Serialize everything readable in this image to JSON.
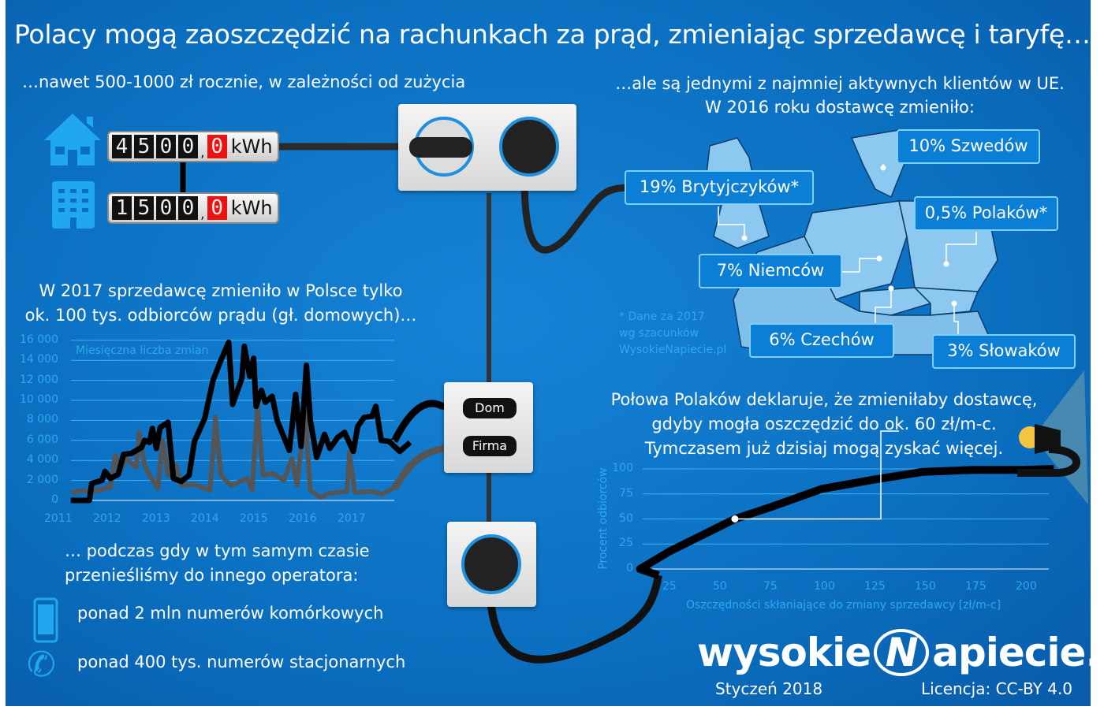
{
  "title": "Polacy mogą zaoszczędzić na rachunkach za prąd, zmieniając sprzedawcę i taryfę…",
  "left_heading": "…nawet 500-1000 zł rocznie, w zależności od zużycia",
  "meters": [
    {
      "icon": "house-icon",
      "digits": [
        "4",
        "5",
        "0",
        "0"
      ],
      "decimal": "0",
      "separator": ",",
      "unit": "kWh"
    },
    {
      "icon": "apartment-building-icon",
      "digits": [
        "1",
        "5",
        "0",
        "0"
      ],
      "decimal": "0",
      "separator": ",",
      "unit": "kWh"
    }
  ],
  "right_heading": [
    "…ale są jednymi z najmniej aktywnych klientów w UE.",
    "W 2016 roku dostawcę zmieniło:"
  ],
  "map_labels": [
    "19% Brytyjczyków*",
    "10% Szwedów",
    "0,5% Polaków*",
    "7% Niemców",
    "6% Czechów",
    "3% Słowaków"
  ],
  "map_footnote": [
    "* Dane za 2017",
    "wg szacunków",
    "WysokieNapiecie.pl"
  ],
  "map_colors": {
    "land": "#8cc8ef",
    "border": "#0a3c6a"
  },
  "chart1_heading": [
    "W 2017 sprzedawcę zmieniło w Polsce tylko",
    "ok. 100 tys. odbiorców prądu (gł. domowych)…"
  ],
  "plug_labels": {
    "home": "Dom",
    "business": "Firma"
  },
  "chart2_heading": [
    "Połowa Polaków deklaruje, że zmieniłaby dostawcę,",
    "gdyby mogła oszczędzić do ok. 60 zł/m-c.",
    "Tymczasem już dzisiaj mogą zyskać więcej."
  ],
  "telecom_heading": [
    "… podczas gdy w tym samym czasie",
    "przenieśliśmy do innego operatora:"
  ],
  "telecom_items": [
    {
      "icon": "mobile-phone-icon",
      "text": "ponad 2 mln numerów komórkowych"
    },
    {
      "icon": "landline-phone-icon",
      "text": "ponad 400 tys. numerów stacjonarnych"
    }
  ],
  "brand": {
    "left": "wysokie",
    "right": "apiecie.pl",
    "logo_letter": "N"
  },
  "date": "Styczeń 2018",
  "license": "Licencja: CC-BY 4.0",
  "colors": {
    "background": "#0b6fc0",
    "accent": "#27a9ef",
    "home_line": "#000000",
    "business_line": "#555555",
    "lamp": "#f5c542"
  },
  "chart_data": [
    {
      "type": "line",
      "title": "Miesięczna liczba zmian",
      "xlabel": "",
      "ylabel": "",
      "xlim": [
        2011,
        2018.2
      ],
      "ylim": [
        0,
        16000
      ],
      "grid": true,
      "x_ticks": [
        "2011",
        "2012",
        "2013",
        "2014",
        "2015",
        "2016",
        "2017"
      ],
      "y_ticks": [
        "0",
        "2 000",
        "4 000",
        "6 000",
        "8 000",
        "10 000",
        "12 000",
        "14 000",
        "16 000"
      ],
      "series": [
        {
          "name": "Dom",
          "color": "#000000",
          "x": [
            2011.27,
            2011.65,
            2011.7,
            2011.91,
            2011.97,
            2012.08,
            2012.24,
            2012.35,
            2012.51,
            2012.72,
            2012.78,
            2012.88,
            2012.94,
            2013.02,
            2013.1,
            2013.26,
            2013.37,
            2013.53,
            2013.69,
            2013.8,
            2014.01,
            2014.18,
            2014.34,
            2014.5,
            2014.58,
            2014.77,
            2014.82,
            2014.93,
            2015.01,
            2015.06,
            2015.17,
            2015.25,
            2015.39,
            2015.49,
            2015.74,
            2015.87,
            2015.98,
            2016.09,
            2016.17,
            2016.3,
            2016.46,
            2016.57,
            2016.73,
            2016.87,
            2017.05,
            2017.14,
            2017.27,
            2017.43,
            2017.51,
            2017.62,
            2017.78,
            2018.0,
            2018.21
          ],
          "y": [
            0,
            0,
            1700,
            2000,
            2900,
            2200,
            2600,
            4600,
            4700,
            5300,
            6000,
            5800,
            7200,
            5200,
            7300,
            7800,
            2200,
            1900,
            2500,
            5900,
            8200,
            12000,
            14000,
            15800,
            9600,
            12200,
            15400,
            12400,
            14200,
            9400,
            11000,
            9800,
            10400,
            8000,
            5000,
            10600,
            5400,
            13500,
            8000,
            4300,
            6600,
            5200,
            6300,
            6800,
            4900,
            7400,
            8300,
            8400,
            9400,
            6000,
            5900,
            4900,
            5800
          ]
        },
        {
          "name": "Firma",
          "color": "#555555",
          "x": [
            2011.27,
            2011.54,
            2011.7,
            2012.08,
            2012.18,
            2012.29,
            2012.4,
            2012.61,
            2012.67,
            2012.78,
            2012.88,
            2013.05,
            2013.15,
            2013.26,
            2013.42,
            2013.53,
            2013.8,
            2014.12,
            2014.23,
            2014.34,
            2014.55,
            2014.88,
            2014.98,
            2015.09,
            2015.2,
            2015.41,
            2015.63,
            2015.79,
            2015.9,
            2016.06,
            2016.17,
            2016.38,
            2016.54,
            2016.92,
            2016.97,
            2017.08,
            2017.46,
            2017.62,
            2017.89,
            2018.1,
            2018.21
          ],
          "y": [
            800,
            1000,
            900,
            1300,
            4500,
            3000,
            4200,
            3300,
            6800,
            3500,
            2500,
            1200,
            6000,
            2500,
            3500,
            1500,
            1600,
            1000,
            8300,
            2500,
            1500,
            2200,
            1000,
            9500,
            2500,
            2700,
            2000,
            4200,
            1500,
            9000,
            1000,
            300,
            700,
            900,
            4800,
            800,
            900,
            600,
            1300,
            3000,
            3700
          ]
        }
      ]
    },
    {
      "type": "line",
      "title": "",
      "xlabel": "Oszczędności skłaniające do zmiany sprzedawcy [zł/m-c]",
      "ylabel": "Procent odbiorców",
      "xlim": [
        10,
        215
      ],
      "ylim": [
        0,
        100
      ],
      "grid": true,
      "x_ticks": [
        "25",
        "50",
        "75",
        "100",
        "125",
        "150",
        "175",
        "200"
      ],
      "y_ticks": [
        "0",
        "25",
        "50",
        "75",
        "100"
      ],
      "series": [
        {
          "color": "#000000",
          "x": [
            10,
            25,
            40,
            57,
            75,
            100,
            125,
            150,
            175,
            200,
            215
          ],
          "y": [
            0,
            18,
            33,
            50,
            62,
            80,
            89,
            97,
            99,
            99,
            100
          ]
        }
      ],
      "highlight": {
        "x": 57,
        "y": 50
      }
    }
  ]
}
